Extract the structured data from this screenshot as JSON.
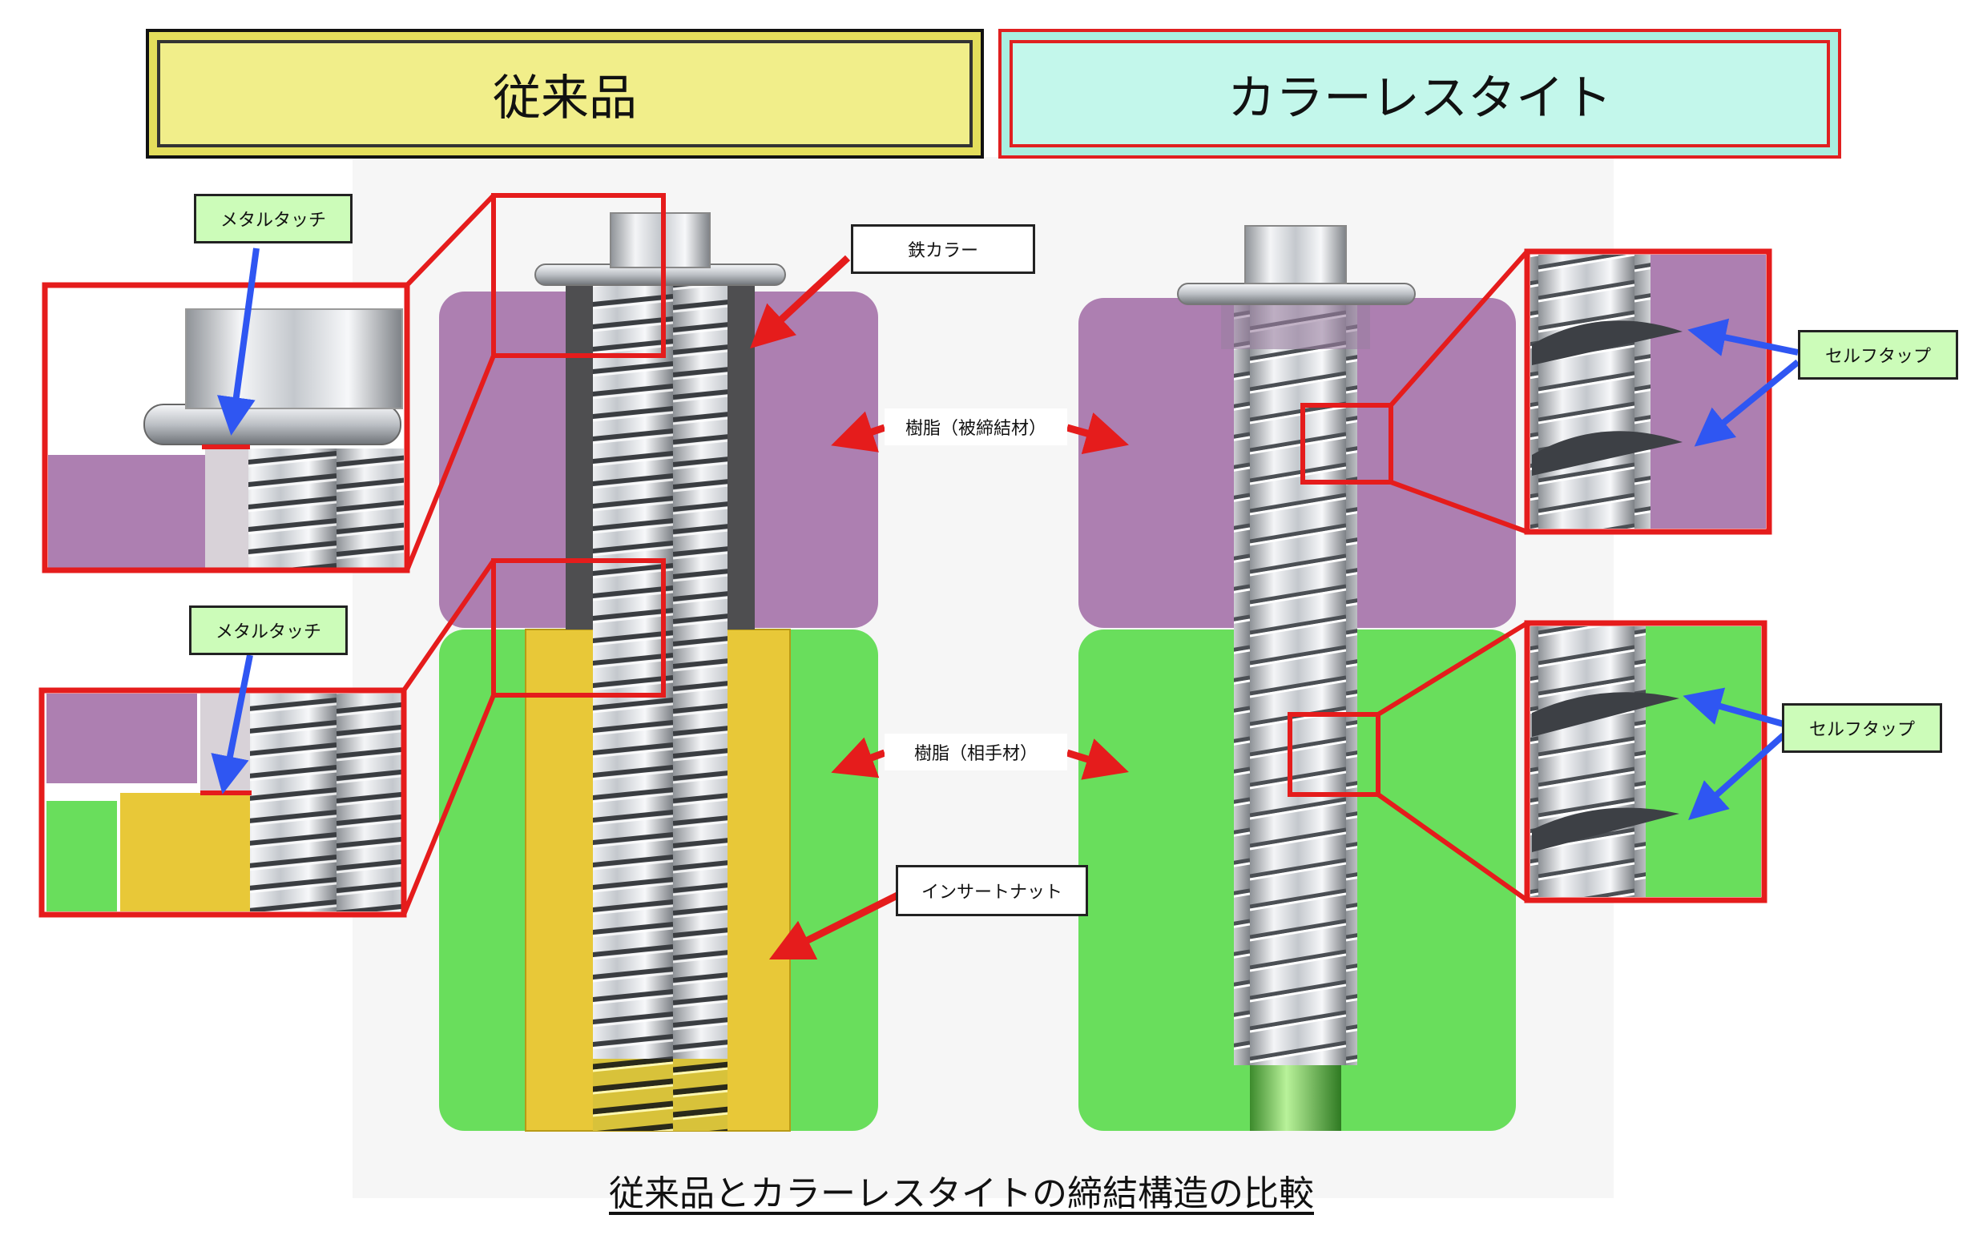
{
  "headers": {
    "left_title": "従来品",
    "right_title": "カラーレスタイト"
  },
  "labels": {
    "metal_touch_top": "メタルタッチ",
    "metal_touch_bottom": "メタルタッチ",
    "iron_collar": "鉄カラー",
    "resin_fastened": "樹脂（被締結材）",
    "resin_mating": "樹脂（相手材）",
    "insert_nut": "インサートナット",
    "self_tap_top": "セルフタップ",
    "self_tap_bottom": "セルフタップ"
  },
  "caption": "従来品とカラーレスタイトの締結構造の比較",
  "colors": {
    "resin_upper": "#ad7fb1",
    "resin_lower": "#69de5c",
    "insert_nut": "#e8c838",
    "collar": "#4e4e50",
    "callout_red": "#e51c1c",
    "arrow_blue": "#2f56f2",
    "label_green": "#ccfcb9"
  }
}
